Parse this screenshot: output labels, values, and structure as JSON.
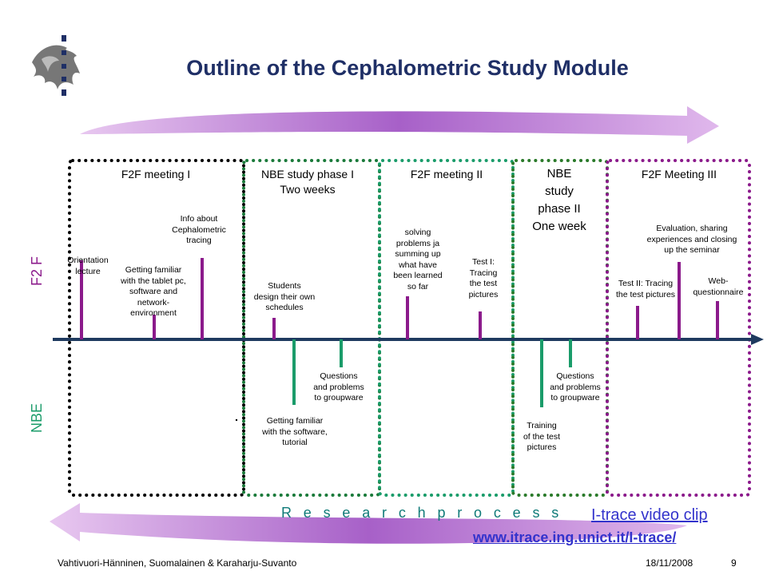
{
  "title": "Outline of the Cephalometric Study Module",
  "colors": {
    "title": "#1f2f66",
    "f2f": "#8b1a8b",
    "nbe": "#1a9c6a",
    "axis": "#1f3a5f",
    "arrow": "#9a5cc0",
    "research": "#0f7a78",
    "link": "#3333cc"
  },
  "axis_labels": {
    "f2f": "F2 F",
    "nbe": "NBE"
  },
  "phases": [
    {
      "id": "f2f-meeting-1",
      "lines": [
        "F2F meeting I"
      ]
    },
    {
      "id": "nbe-phase-1",
      "lines": [
        "NBE study phase I",
        "Two weeks"
      ]
    },
    {
      "id": "f2f-meeting-2",
      "lines": [
        "F2F meeting II"
      ]
    },
    {
      "id": "nbe-phase-2",
      "lines": [
        "NBE",
        "study",
        "phase II",
        "One week"
      ]
    },
    {
      "id": "f2f-meeting-3",
      "lines": [
        "F2F Meeting III"
      ]
    }
  ],
  "f2f_events": [
    {
      "id": "orientation",
      "lines": [
        "Orientation",
        "lecture"
      ]
    },
    {
      "id": "tablet",
      "lines": [
        "Getting familiar",
        "with the tablet pc,",
        "software and",
        "network-",
        "environment"
      ]
    },
    {
      "id": "info",
      "lines": [
        "Info about",
        "Cephalometric",
        "tracing"
      ]
    },
    {
      "id": "students",
      "lines": [
        "Students",
        "design their own",
        "schedules"
      ]
    },
    {
      "id": "solving",
      "lines": [
        "solving",
        "problems ja",
        "summing up",
        "what have",
        "been learned",
        "so far"
      ]
    },
    {
      "id": "test1",
      "lines": [
        "Test I:",
        "Tracing",
        "the test",
        "pictures"
      ]
    },
    {
      "id": "test2",
      "lines": [
        "Test II: Tracing",
        "the test pictures"
      ]
    },
    {
      "id": "evaluation",
      "lines": [
        "Evaluation, sharing",
        "experiences  and closing",
        "up the seminar"
      ]
    },
    {
      "id": "web",
      "lines": [
        "Web-",
        "questionnaire"
      ]
    }
  ],
  "nbe_events": [
    {
      "id": "software",
      "lines": [
        "Getting familiar",
        "with the software,",
        "tutorial"
      ]
    },
    {
      "id": "questions1",
      "lines": [
        "Questions",
        "and problems",
        "to groupware"
      ]
    },
    {
      "id": "training",
      "lines": [
        "Training",
        "of the test",
        "pictures"
      ]
    },
    {
      "id": "questions2",
      "lines": [
        "Questions",
        "and problems",
        "to groupware"
      ]
    }
  ],
  "research_process": "R e s e a r c h   p r o c e s s",
  "links": {
    "video": "I-trace video clip",
    "url": "www.itrace.ing.unict.it/I-trace/"
  },
  "footer": {
    "authors": "Vahtivuori-Hänninen,  Suomalainen & Karaharju-Suvanto",
    "date": "18/11/2008",
    "page": "9"
  },
  "icons": {
    "logo": "university-helsinki-flame-logo"
  }
}
